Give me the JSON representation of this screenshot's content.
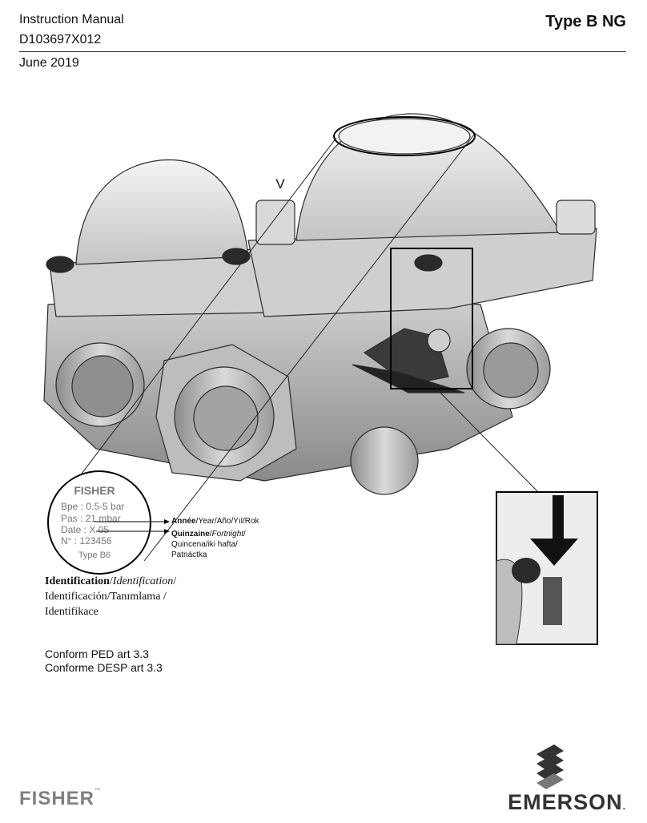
{
  "header": {
    "doc_type": "Instruction Manual",
    "doc_number": "D103697X012",
    "date": "June 2019",
    "product": "Type B NG"
  },
  "figure": {
    "vent_label": "V",
    "nameplate": {
      "brand": "FISHER",
      "bpe": "Bpe  :  0.5-5  bar",
      "pas": "Pas  :  21  mbar",
      "date": "Date :  X  05",
      "number": "N°    :  123456",
      "type": "Type B6"
    },
    "callout_year": [
      "Année",
      "/",
      "Year",
      "/Año/Yıl/Rok"
    ],
    "callout_fortnight": [
      "Quinzaine",
      "/",
      "Fortnight",
      "/"
    ],
    "callout_fortnight_2": "Quincena/iki hafta/",
    "callout_fortnight_3": "Patnáctka",
    "identification": [
      "Identification",
      "/",
      "Identification",
      "/"
    ],
    "identification_2": "Identificación/Tanımlama /",
    "identification_3": "Identifikace"
  },
  "conformity": {
    "line1": "Conform PED art 3.3",
    "line2": "Conforme DESP art 3.3"
  },
  "footer": {
    "fisher": "FISHER",
    "fisher_tm": "™",
    "emerson": "EMERSON",
    "emerson_tm": "."
  },
  "colors": {
    "metal_light": "#e4e4e4",
    "metal_mid": "#b8b8b8",
    "metal_dark": "#7a7a7a",
    "cap_dark": "#2a2a2a",
    "logo_grey": "#7f7f7f"
  }
}
